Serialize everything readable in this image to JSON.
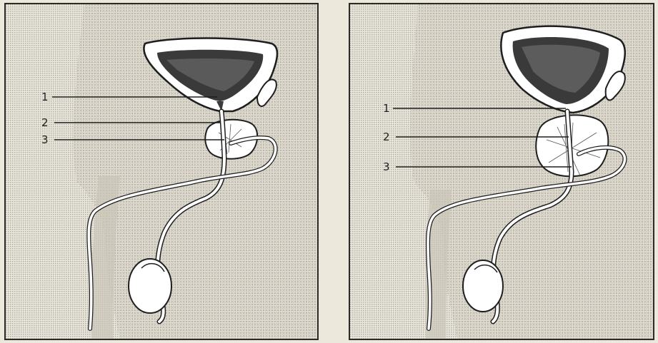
{
  "left_diagram": {
    "callouts": [
      {
        "label": "1"
      },
      {
        "label": "2"
      },
      {
        "label": "3"
      }
    ]
  },
  "right_diagram": {
    "callouts": [
      {
        "label": "1"
      },
      {
        "label": "2"
      },
      {
        "label": "3"
      }
    ]
  },
  "colors": {
    "background": "#f4f2ea",
    "hatch": "#b8b4aa",
    "outline": "#1e1e1e",
    "bladder_fill": "#3a3a3a"
  }
}
